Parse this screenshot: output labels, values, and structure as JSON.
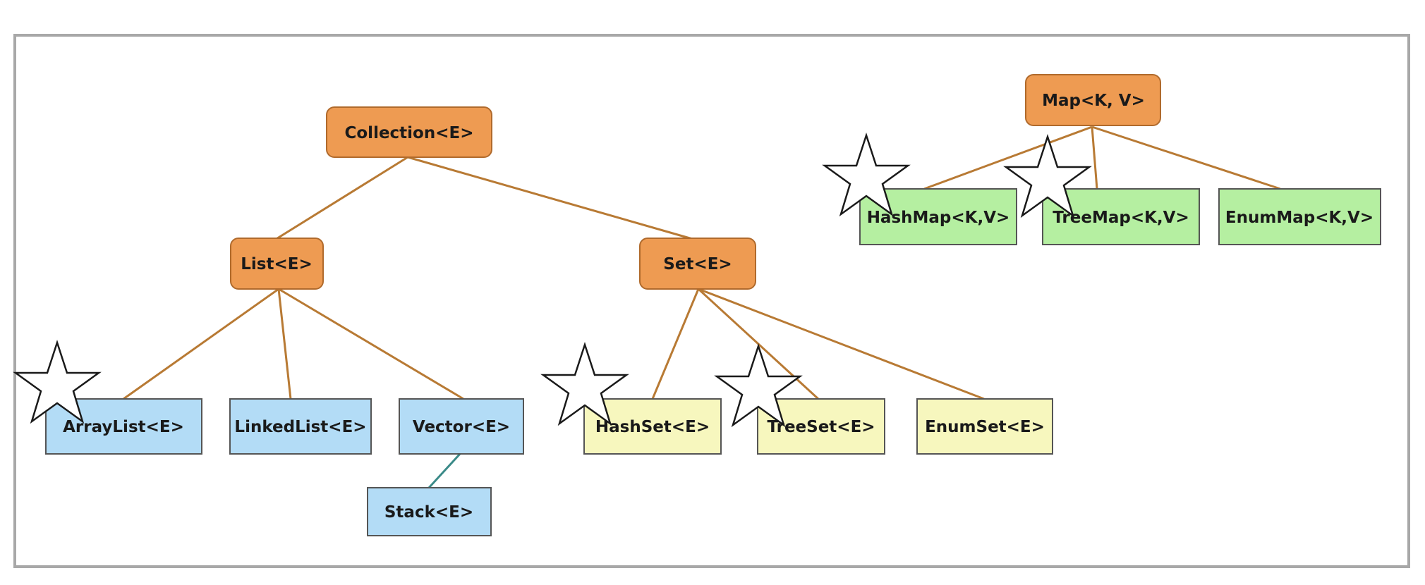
{
  "colors": {
    "interface_fill": "#ee9b52",
    "interface_stroke": "#b06a2c",
    "list_impl_fill": "#b3dcf6",
    "set_impl_fill": "#f7f7be",
    "map_impl_fill": "#b5efa1",
    "impl_stroke": "#555555",
    "edge": "#b87a34",
    "stack_edge": "#3a8a88",
    "frame": "#a8a8a8"
  },
  "nodes": {
    "collection": "Collection<E>",
    "list": "List<E>",
    "set": "Set<E>",
    "arraylist": "ArrayList<E>",
    "linkedlist": "LinkedList<E>",
    "vector": "Vector<E>",
    "stack": "Stack<E>",
    "hashset": "HashSet<E>",
    "treeset": "TreeSet<E>",
    "enumset": "EnumSet<E>",
    "map": "Map<K, V>",
    "hashmap": "HashMap<K,V>",
    "treemap": "TreeMap<K,V>",
    "enummap": "EnumMap<K,V>"
  },
  "starred": [
    "arraylist",
    "hashset",
    "treeset",
    "hashmap",
    "treemap"
  ]
}
